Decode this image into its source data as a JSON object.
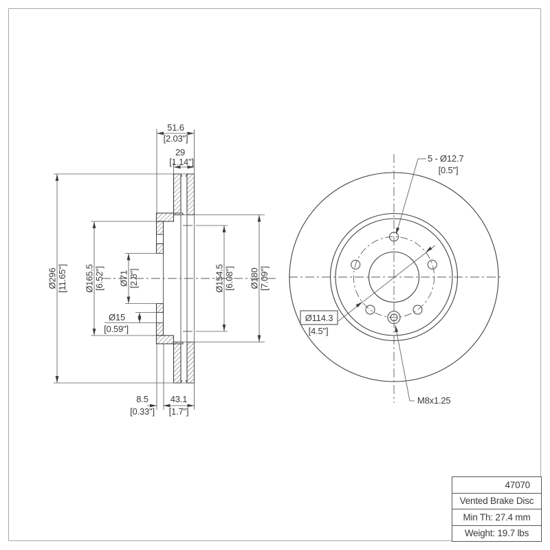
{
  "dims": {
    "overall_width": {
      "mm": "51.6",
      "inch": "[2.03\"]"
    },
    "ring_width": {
      "mm": "29",
      "inch": "[1.14\"]"
    },
    "outer_dia": {
      "mm": "Ø296",
      "inch": "[11.65\"]"
    },
    "hat_dia": {
      "mm": "Ø165.5",
      "inch": "[6.52\"]"
    },
    "bore_dia": {
      "mm": "Ø71",
      "inch": "[2.8\"]"
    },
    "hole_dia": {
      "mm": "Ø15",
      "inch": "[0.59\"]"
    },
    "inner_ring_dia": {
      "mm": "Ø154.5",
      "inch": "[6.08\"]"
    },
    "step_dia": {
      "mm": "Ø180",
      "inch": "[7.09\"]"
    },
    "hat_depth": {
      "mm": "8.5",
      "inch": "[0.33\"]"
    },
    "mount_depth": {
      "mm": "43.1",
      "inch": "[1.7\"]"
    }
  },
  "callouts": {
    "bolt_holes": {
      "line1": "5 - Ø12.7",
      "line2": "[0.5\"]"
    },
    "bolt_circle": {
      "value": "Ø114.3",
      "inch": "[4.5\"]"
    },
    "thread": {
      "value": "M8x1.25"
    }
  },
  "title_block": {
    "part_number": "47070",
    "description": "Vented Brake Disc",
    "min_thickness": "Min Th: 27.4 mm",
    "weight": "Weight: 19.7 lbs"
  }
}
